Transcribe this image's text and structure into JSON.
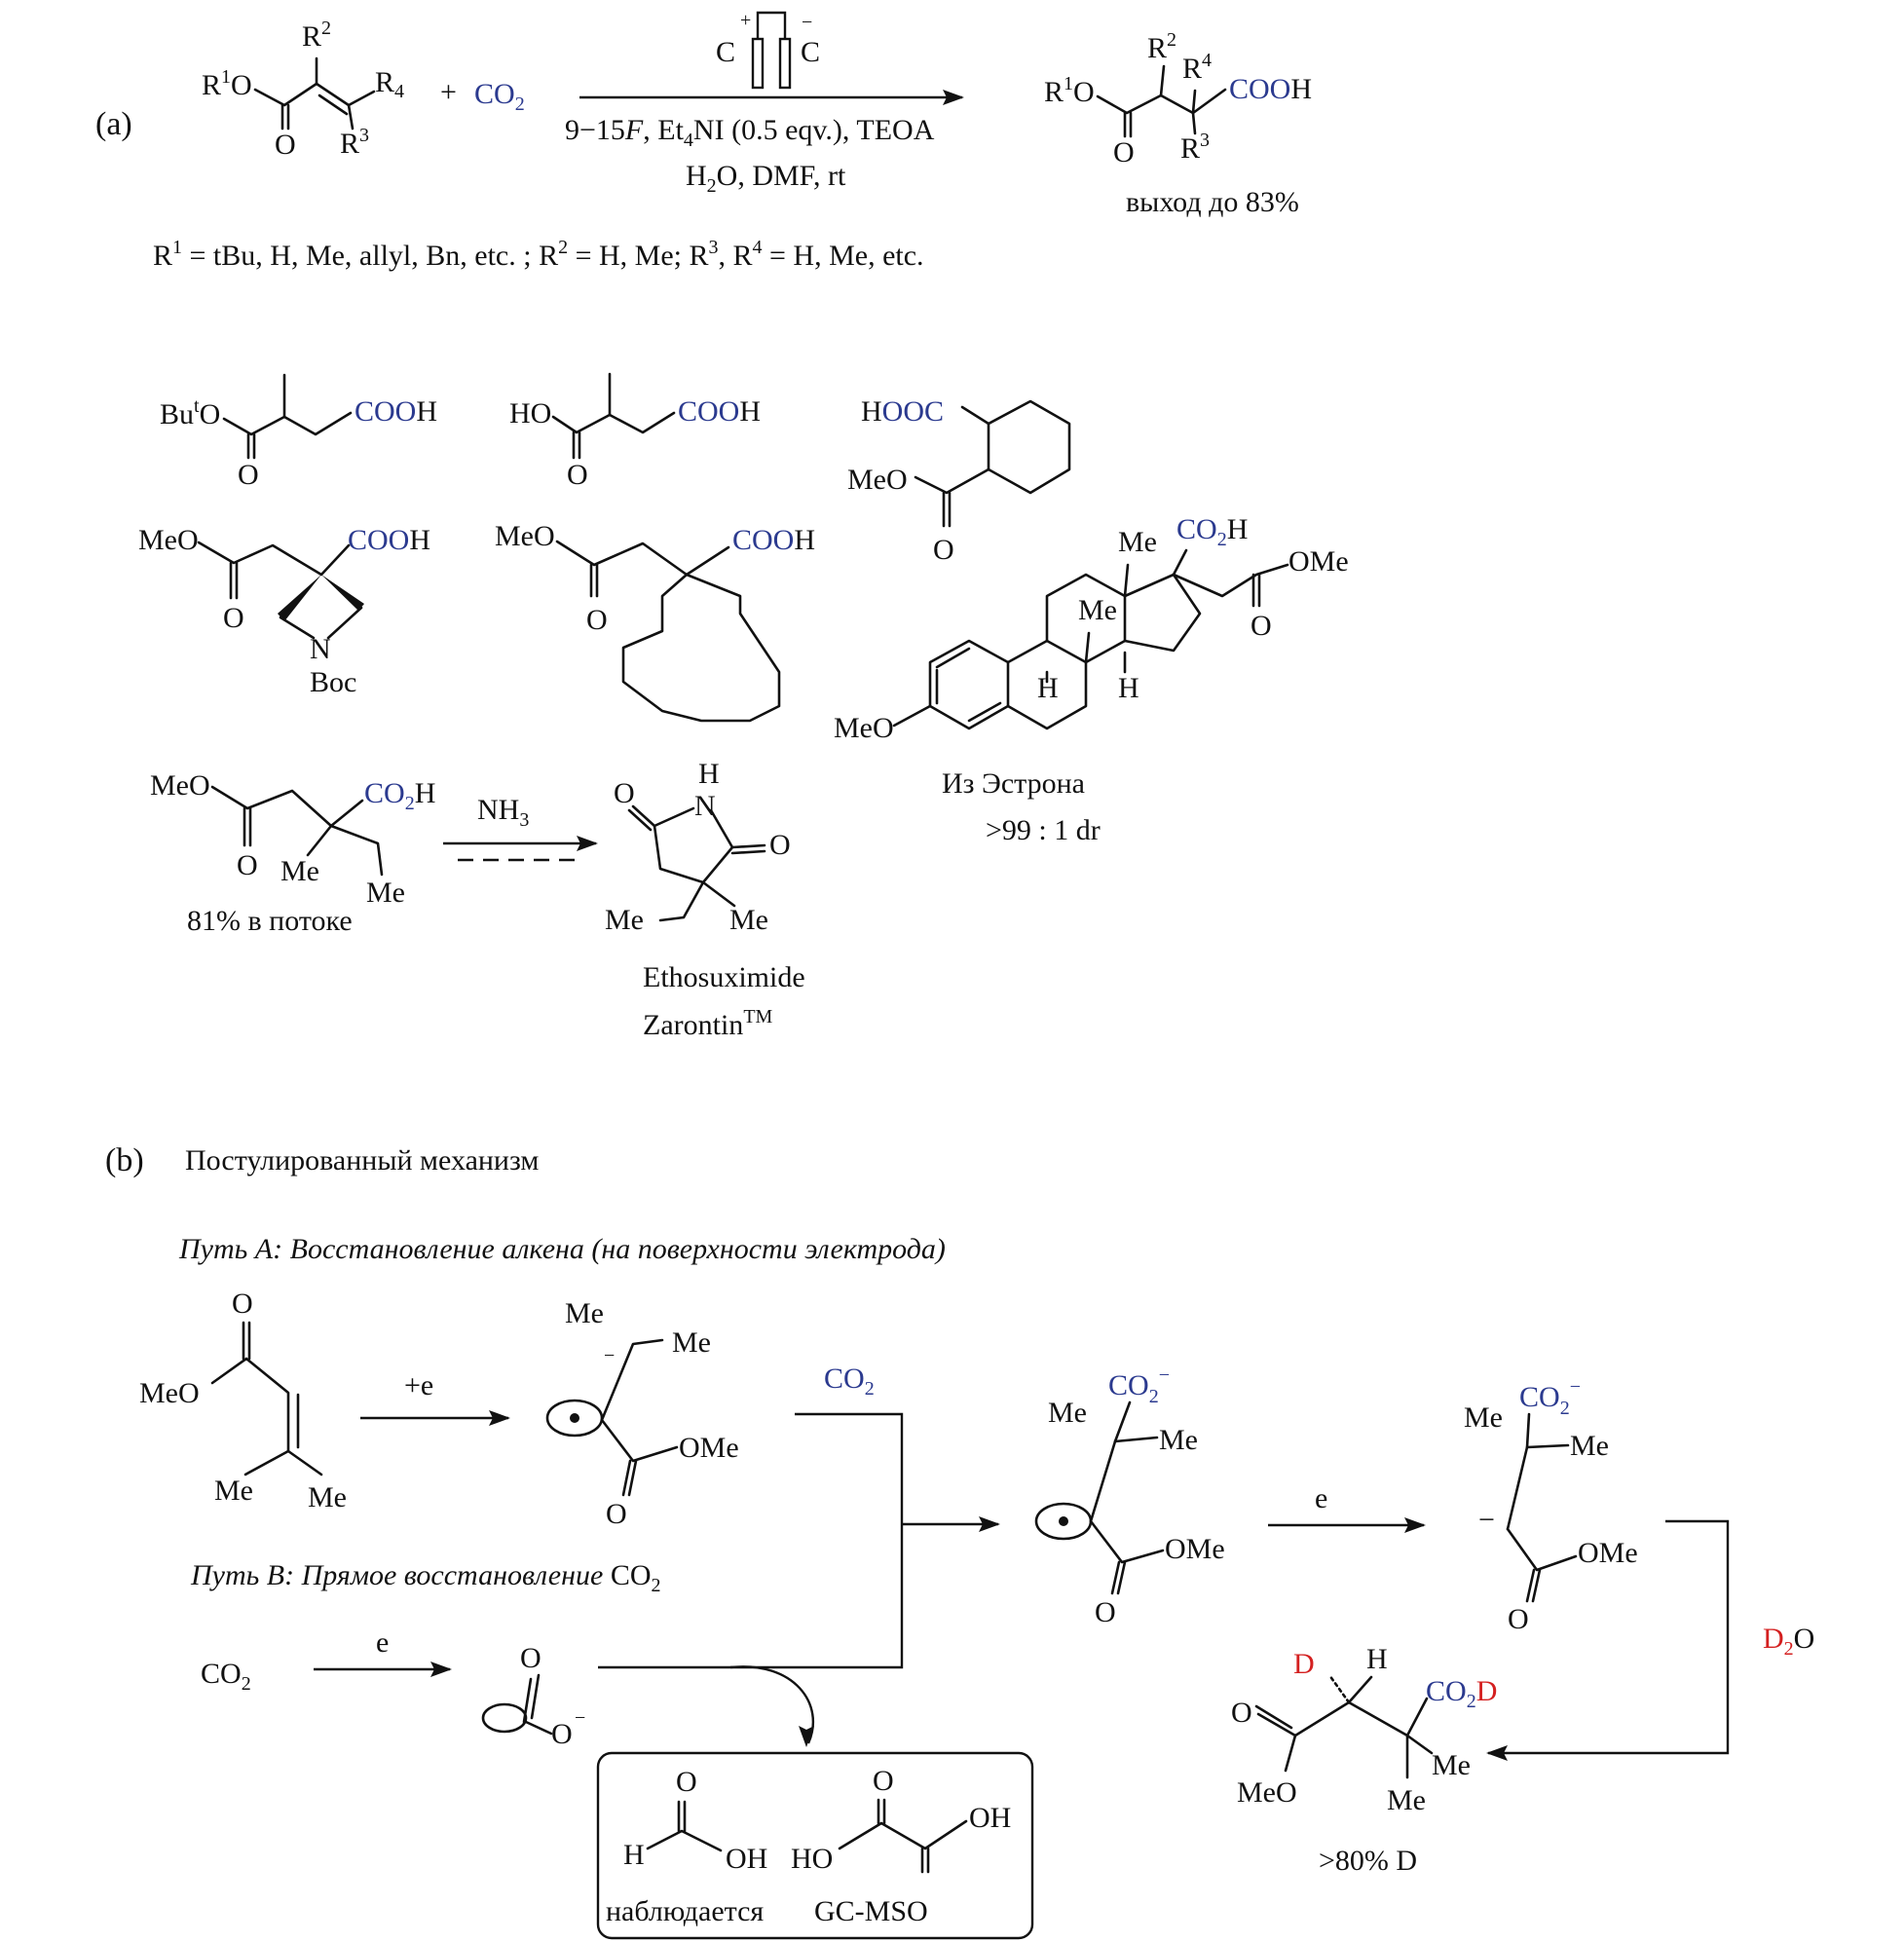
{
  "colors": {
    "co2_blue": "#2b3a8f",
    "deuterium_red": "#d42020",
    "ink": "#111111"
  },
  "panel_a": {
    "label": "(a)",
    "reactant_r1o": "O",
    "reactant_r2": "2",
    "reactant_r4": "R",
    "reactant_r4_sub": "4",
    "reactant_o": "O",
    "reactant_r3": "R",
    "reactant_r3_sup": "3",
    "r_letter": "R",
    "r1_sup": "1",
    "plus": "+",
    "co2": "CO",
    "co2_sub": "2",
    "cell_plus": "+",
    "cell_minus": "−",
    "cell_c_left": "C",
    "cell_c_right": "C",
    "cond_line1_pre": "9−15",
    "cond_line1_f": "F",
    "cond_line1_post": ", Et",
    "cond_line1_sub": "4",
    "cond_line1_end": "NI (0.5 eqv.), TEOA",
    "cond_line2_pre": "H",
    "cond_line2_sub": "2",
    "cond_line2_post": "O, DMF, rt",
    "product_cooh": "COO",
    "product_h": "H",
    "yield": "выход  до  83%",
    "substituents_1": "R",
    "substituents_1_sup": "1",
    "substituents_2": " = tBu, H, Me, allyl, Bn, etc. ; R",
    "substituents_2_sup": "2",
    "substituents_3": " = H, Me; R",
    "substituents_3_sup": "3",
    "substituents_4": ", R",
    "substituents_4_sup": "4",
    "substituents_5": " = H, Me, etc."
  },
  "examples": {
    "but_o": "Bu",
    "but_sup": "t",
    "but_o2": "O",
    "ho": "HO",
    "hooc_h": "H",
    "hooc": "OOC",
    "meo": "MeO",
    "o": "O",
    "cooh": "COO",
    "h": "H",
    "n": "N",
    "boc": "Boc",
    "me": "Me",
    "co2h_co": "CO",
    "co2h_sub": "2",
    "co2h_h": "H",
    "ome": "OMe",
    "estrone_label": "Из Эстрона",
    "dr": ">99 : 1  dr",
    "flow_yield": "81%  в потоке",
    "nh3": "NH",
    "nh3_sub": "3",
    "drug_name": "Ethosuximide",
    "drug_brand": "Zarontin",
    "drug_tm": "TM"
  },
  "panel_b": {
    "label": "(b)",
    "title": "Постулированный механизм",
    "path_a": "Путь А: Восстановление алкена (на поверхности электрода)",
    "path_b_pre": "Путь  В: Прямое  восстановление ",
    "path_b_co": "CO",
    "path_b_sub": "2",
    "plus_e": "+e",
    "e": "e",
    "minus": "−",
    "co2_minus_co": "CO",
    "co2_minus_sub": "2",
    "co2_minus_sup": "−",
    "co2_reagent": "CO",
    "co2_reagent_sub": "2",
    "d2o_d": "D",
    "d2o_sub": "2",
    "d2o_o": "O",
    "d": "D",
    "deut_co2_co": "CO",
    "deut_co2_sub": "2",
    "deut_co2_d": "D",
    "deut_yield": ">80%  D",
    "observed": "наблюдается",
    "gcms": "GC-MSO",
    "formic_h": "H",
    "formic_oh": "OH",
    "oxalic_ho": "HO",
    "oxalic_oh": "OH"
  }
}
